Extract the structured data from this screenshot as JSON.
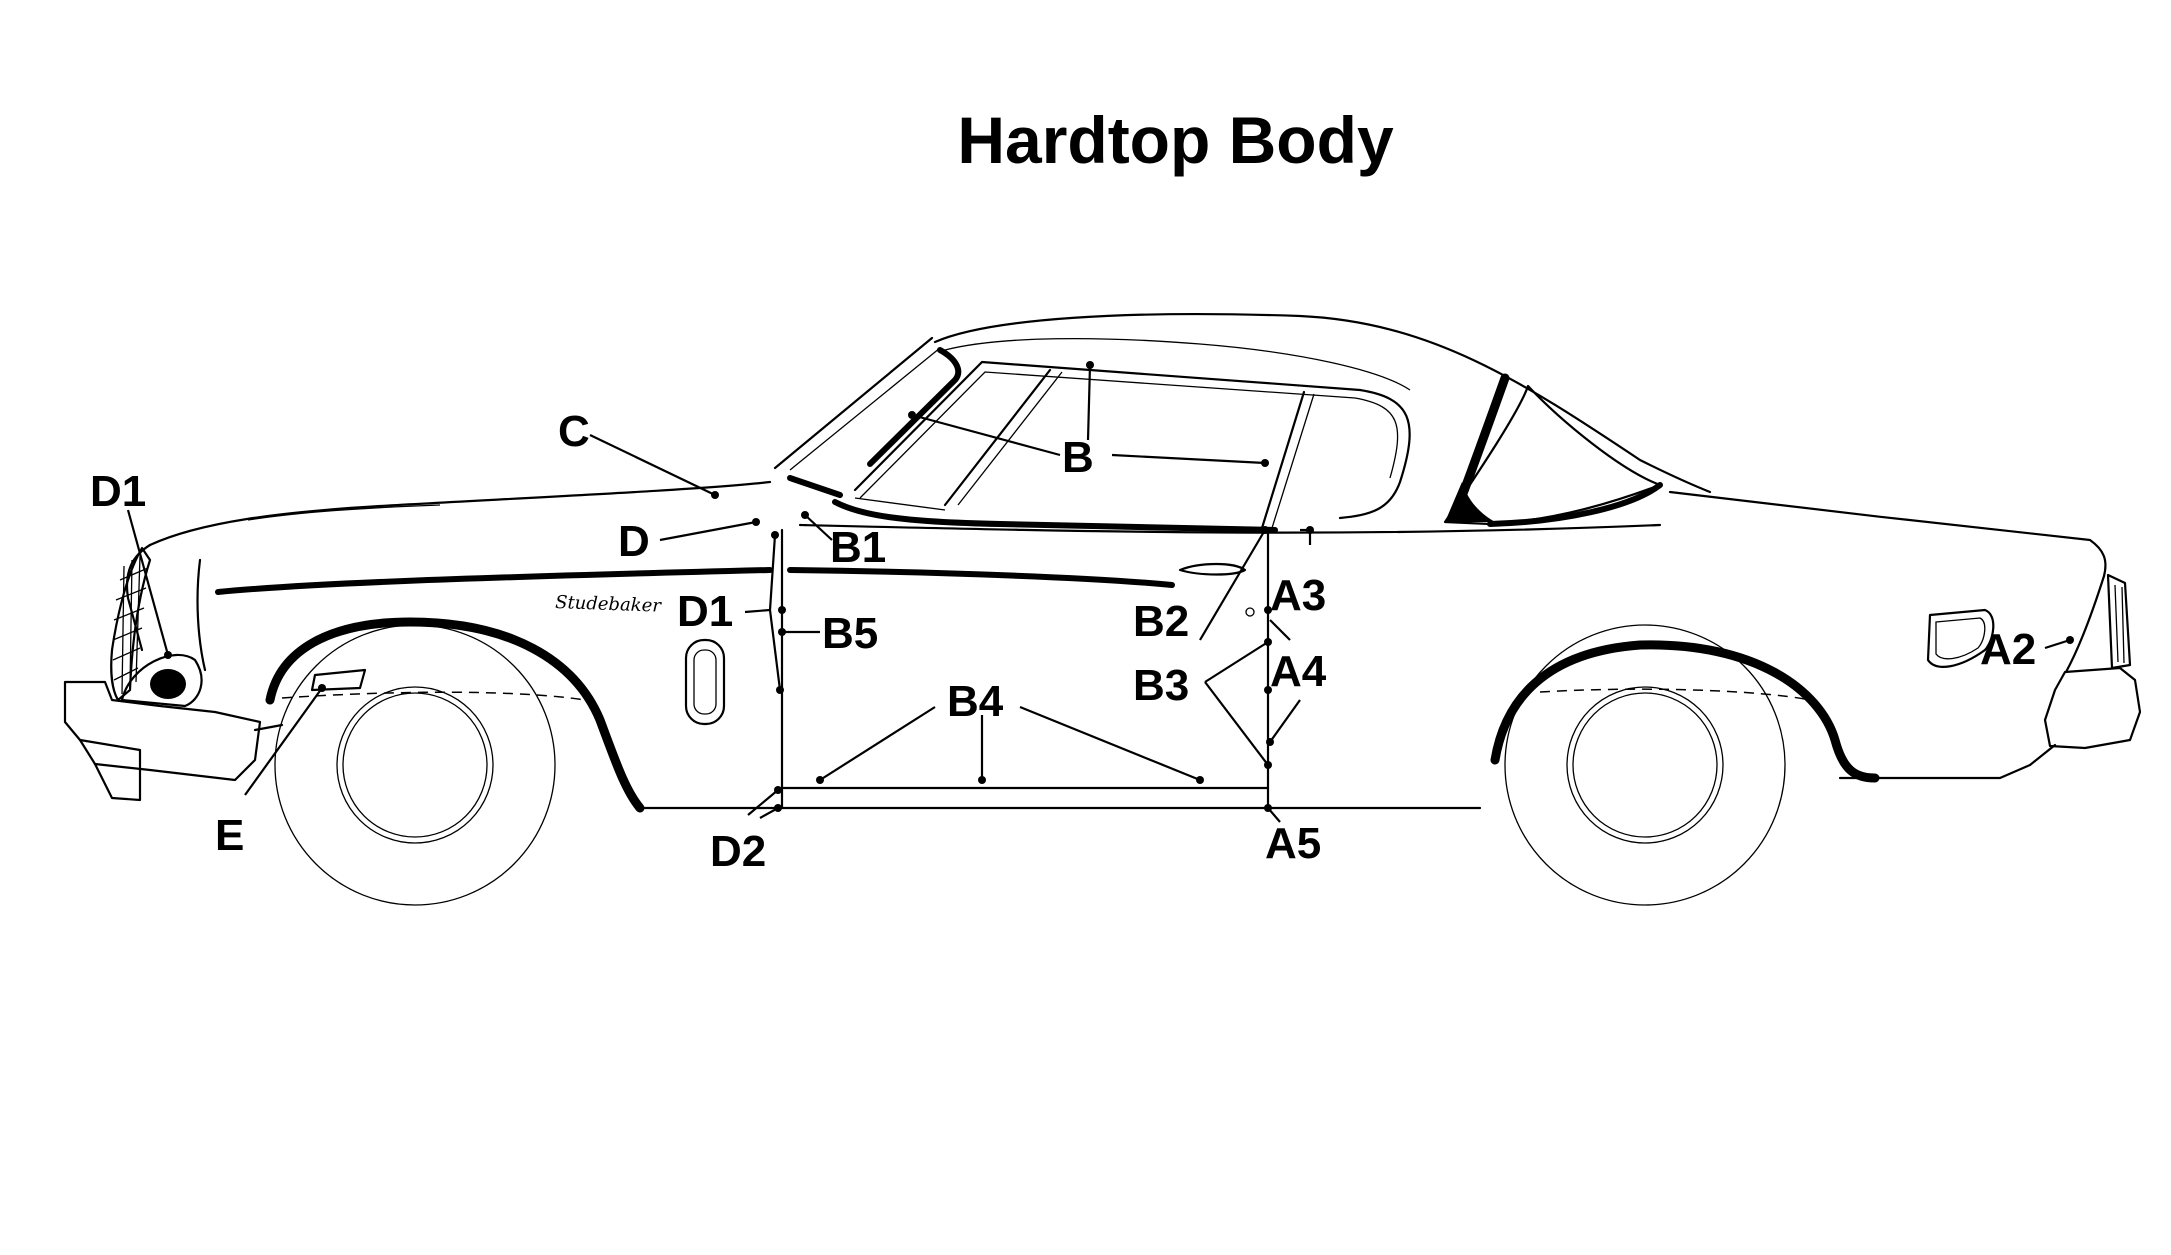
{
  "title": "Hardtop Body",
  "badge_script": "Studebaker",
  "labels": {
    "C": "C",
    "D1_front": "D1",
    "D": "D",
    "B1": "B1",
    "B": "B",
    "D1_door": "D1",
    "B5": "B5",
    "B2": "B2",
    "A3": "A3",
    "A4": "A4",
    "B3": "B3",
    "B4": "B4",
    "A2": "A2",
    "E": "E",
    "D2": "D2",
    "A5": "A5"
  }
}
